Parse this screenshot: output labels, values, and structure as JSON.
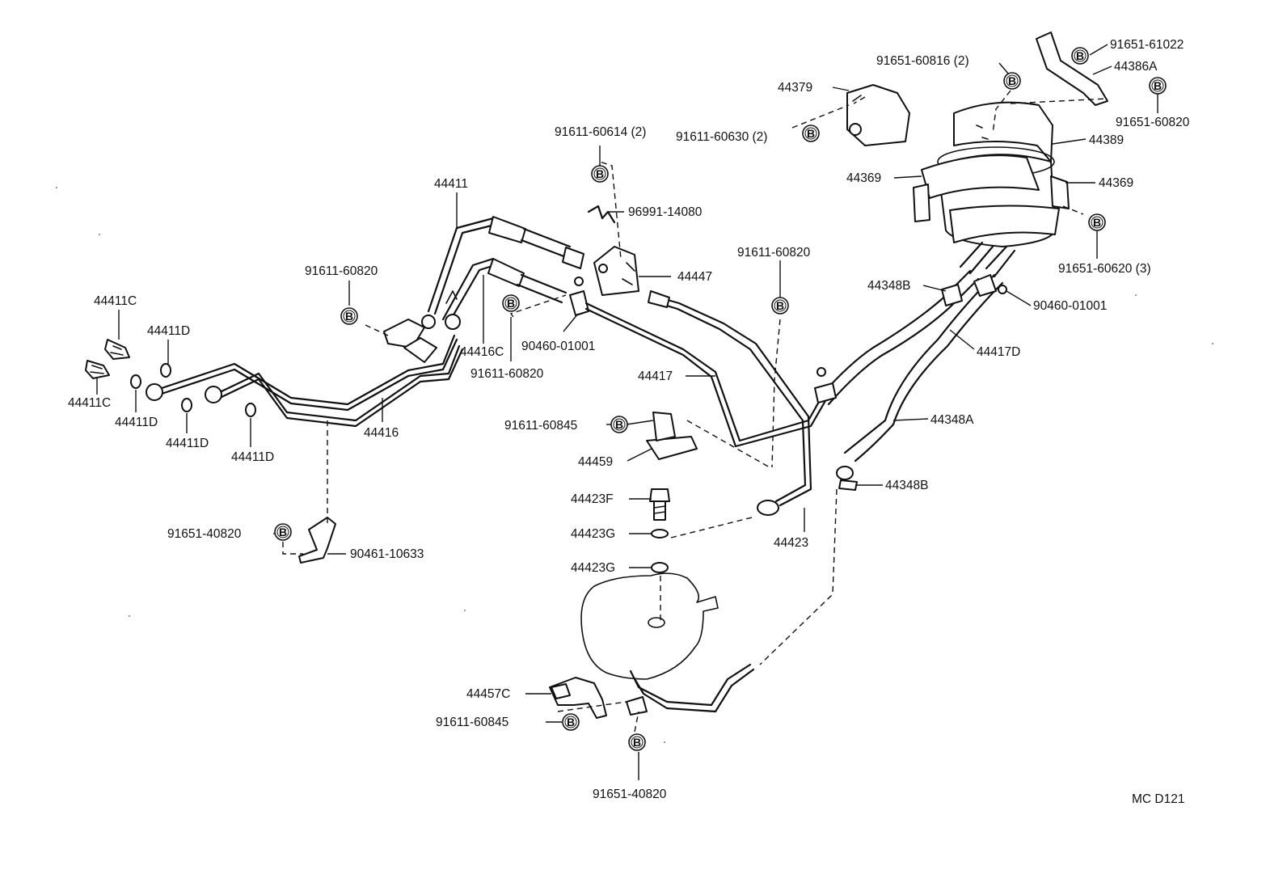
{
  "diagram": {
    "footer_code": "MC D121",
    "bolt_symbol": "B",
    "labels": {
      "l_44411C_a": "44411C",
      "l_44411D_a": "44411D",
      "l_44411C_b": "44411C",
      "l_44411D_b": "44411D",
      "l_44411D_c": "44411D",
      "l_44411D_d": "44411D",
      "l_44411": "44411",
      "l_91611_60820_a": "91611-60820",
      "l_44416": "44416",
      "l_44416C": "44416C",
      "l_91611_60820_b": "91611-60820",
      "l_90460_01001_a": "90460-01001",
      "l_91611_60614": "91611-60614 (2)",
      "l_96991_14080": "96991-14080",
      "l_44447": "44447",
      "l_91611_60820_c": "91611-60820",
      "l_44417": "44417",
      "l_91611_60845_a": "91611-60845",
      "l_44459": "44459",
      "l_44423F": "44423F",
      "l_44423G_a": "44423G",
      "l_44423G_b": "44423G",
      "l_44423": "44423",
      "l_91651_40820_a": "91651-40820",
      "l_90461_10633": "90461-10633",
      "l_44457C": "44457C",
      "l_91611_60845_b": "91611-60845",
      "l_91651_40820_b": "91651-40820",
      "l_44379": "44379",
      "l_91611_60630": "91611-60630 (2)",
      "l_91651_60816": "91651-60816 (2)",
      "l_91651_61022": "91651-61022",
      "l_44386A": "44386A",
      "l_91651_60820": "91651-60820",
      "l_44389": "44389",
      "l_44369_a": "44369",
      "l_44369_b": "44369",
      "l_91651_60620": "91651-60620 (3)",
      "l_44348B_a": "44348B",
      "l_90460_01001_b": "90460-01001",
      "l_44417D": "44417D",
      "l_44348A": "44348A",
      "l_44348B_b": "44348B"
    }
  }
}
